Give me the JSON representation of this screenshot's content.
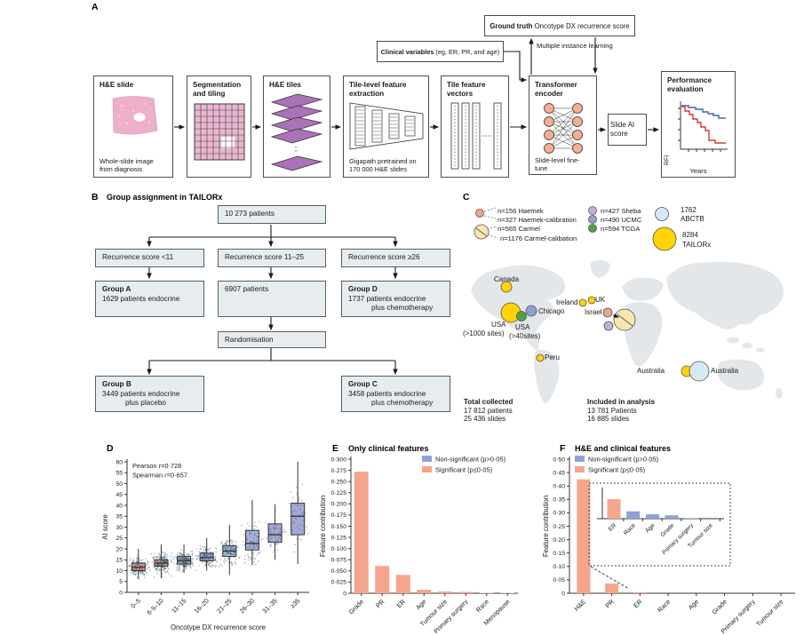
{
  "panelA": {
    "label": "A",
    "ground_truth_bold": "Ground truth",
    "ground_truth_rest": " Oncotype DX recurrence score",
    "clinical_bold": "Clinical variables",
    "clinical_rest": " (eg, ER, PR, and age)",
    "mil": "Multiple instance learning",
    "steps": {
      "hne": {
        "title": "H&E slide",
        "caption": "Whole-slide image from diagnosis"
      },
      "seg": {
        "title": "Segmentation and tiling"
      },
      "tiles": {
        "title": "H&E tiles"
      },
      "extract": {
        "title": "Tile-level feature extraction",
        "caption": "Gigapath pretrained on 170 000 H&E slides"
      },
      "vectors": {
        "title": "Tile feature vectors"
      },
      "transformer": {
        "title": "Transformer encoder",
        "caption": "Slide-level fine-tune"
      },
      "score": {
        "title": "Slide AI score"
      },
      "perf": {
        "title": "Performance evaluation",
        "ylabel": "RFI",
        "xlabel": "Years"
      }
    }
  },
  "panelB": {
    "label": "B",
    "title": "Group assignment in TAILORx",
    "total": "10 273 patients",
    "rs1": "Recurrence score <11",
    "rs2": "Recurrence score 11–25",
    "rs3": "Recurrence score ≥26",
    "groupA": {
      "name": "Group A",
      "l1": "1629 patients endocrine"
    },
    "mid": "6907 patients",
    "groupD": {
      "name": "Group D",
      "l1": "1737 patients endocrine",
      "l2": "plus chemotherapy"
    },
    "rand": "Randomisation",
    "groupB": {
      "name": "Group B",
      "l1": "3449 patients endocrine",
      "l2": "plus placebo"
    },
    "groupC": {
      "name": "Group C",
      "l1": "3458 patients endocrine",
      "l2": "plus chemotherapy"
    }
  },
  "panelC": {
    "label": "C",
    "legend": {
      "haemek": "n=156 Haemek",
      "haemek_cal": "n=327 Haemek-calibration",
      "carmel": "n=565 Carmel",
      "carmel_cal": "n=1176 Carmel-calibation",
      "sheba": "n=427 Sheba",
      "ucmc": "n=490 UCMC",
      "tcga": "n=594 TCGA",
      "abctb_n": "1762",
      "abctb": "ABCTB",
      "tailorx_n": "8284",
      "tailorx": "TAILORx"
    },
    "colors": {
      "haemek": "#f0a18f",
      "carmel": "#f7e7ae",
      "sheba": "#c0b0dc",
      "ucmc": "#8fa0d4",
      "tcga": "#4ea244",
      "abctb": "#d6e9f5",
      "tailorx": "#ffd400"
    },
    "map": {
      "canada": "Canada",
      "usa1": "USA",
      "usa1_sub": "(>1000 sites)",
      "usa2": "USA",
      "usa2_sub": "(>40sites)",
      "chicago": "Chicago",
      "ireland": "Ireland",
      "uk": "UK",
      "israel": "Israel",
      "peru": "Peru",
      "australia1": "Australia",
      "australia2": "Australia"
    },
    "totals": {
      "t1": "Total collected",
      "t2": "17 812 patients",
      "t3": "25 436 slides",
      "a1": "Included in analysis",
      "a2": "13 781 Patients",
      "a3": "16 885 slides"
    }
  },
  "chart_data": [
    {
      "id": "D",
      "type": "box",
      "panel_label": "D",
      "title": "",
      "annotations": [
        "Pearson r=0·728",
        "Spearman r=0·657"
      ],
      "ylabel": "AI score",
      "xlabel": "Oncotype DX recurrence score",
      "ylim": [
        0,
        60
      ],
      "yticks": [
        "0",
        "5",
        "10",
        "15",
        "20",
        "25",
        "30",
        "35",
        "40",
        "45",
        "50",
        "55",
        "60"
      ],
      "categories": [
        "0–5",
        "6·5–10",
        "11–15",
        "16–20",
        "21–25",
        "26–30",
        "31–35",
        "≥35"
      ],
      "boxes": [
        {
          "whislo": 6,
          "q1": 10,
          "med": 11.5,
          "q3": 13.5,
          "whishi": 20,
          "color": "#ee9c90"
        },
        {
          "whislo": 6.5,
          "q1": 12,
          "med": 13.5,
          "q3": 15,
          "whishi": 22,
          "color": "#ee9c90"
        },
        {
          "whislo": 9,
          "q1": 13,
          "med": 14.5,
          "q3": 16.5,
          "whishi": 22,
          "color": "#bdb6d2"
        },
        {
          "whislo": 10,
          "q1": 14.5,
          "med": 16,
          "q3": 18,
          "whishi": 25,
          "color": "#b3b4d6"
        },
        {
          "whislo": 8,
          "q1": 16.5,
          "med": 19,
          "q3": 21.5,
          "whishi": 31,
          "color": "#adbcdb"
        },
        {
          "whislo": 12.5,
          "q1": 19.5,
          "med": 22.5,
          "q3": 28.5,
          "whishi": 42.5,
          "color": "#a9aed8"
        },
        {
          "whislo": 15,
          "q1": 23,
          "med": 26.5,
          "q3": 31.5,
          "whishi": 40.5,
          "color": "#a5a8d4"
        },
        {
          "whislo": 13,
          "q1": 26.5,
          "med": 35,
          "q3": 41,
          "whishi": 60,
          "color": "#a5a8d4"
        }
      ],
      "dot_color": "rgba(47,79,95,0.42)"
    },
    {
      "id": "E",
      "type": "bar",
      "panel_label": "E",
      "title": "Only clinical features",
      "ylabel": "Feature contribution",
      "ylim": [
        0,
        0.3
      ],
      "yticks": [
        "0",
        "0·025",
        "0·050",
        "0·075",
        "0·100",
        "0·125",
        "0·150",
        "0·175",
        "0·200",
        "0·225",
        "0·250",
        "0·275",
        "0·300"
      ],
      "categories": [
        "Grade",
        "PR",
        "ER",
        "Age",
        "Tumour size",
        "Primary surgery",
        "Race",
        "Menopause"
      ],
      "values": [
        0.272,
        0.061,
        0.041,
        0.008,
        0.004,
        0.003,
        0.001,
        0.001
      ],
      "significant": [
        true,
        true,
        true,
        true,
        true,
        true,
        true,
        true
      ],
      "legend": [
        {
          "label": "Non-significant (p>0·05)",
          "color": "#8fa3d3"
        },
        {
          "label": "Significant (p≤0·05)",
          "color": "#f5a58c"
        }
      ]
    },
    {
      "id": "F",
      "type": "bar",
      "panel_label": "F",
      "title": "H&E and clinical features",
      "ylabel": "Feature contribution",
      "ylim": [
        0,
        0.5
      ],
      "yticks": [
        "0",
        "0·05",
        "0·10",
        "0·15",
        "0·20",
        "0·25",
        "0·30",
        "0·35",
        "0·40",
        "0·45",
        "0·50"
      ],
      "categories": [
        "H&E",
        "PR",
        "ER",
        "Race",
        "Age",
        "Grade",
        "Primary surgery",
        "Tumour size"
      ],
      "values": [
        0.425,
        0.036,
        0.004,
        0.001,
        0.001,
        0.001,
        0.0005,
        0.0005
      ],
      "significant": [
        true,
        true,
        true,
        false,
        false,
        false,
        false,
        false
      ],
      "legend": [
        {
          "label": "Non-significant (p>0·05)",
          "color": "#8fa3d3"
        },
        {
          "label": "Significant (p≤0·05)",
          "color": "#f5a58c"
        }
      ],
      "inset": {
        "categories": [
          "ER",
          "Race",
          "Age",
          "Grade",
          "Primary surgery",
          "Tumour size"
        ],
        "values": [
          0.004,
          0.0015,
          0.0009,
          0.0007,
          0.0001,
          5e-05
        ],
        "significant": [
          true,
          false,
          false,
          false,
          false,
          false
        ]
      }
    }
  ]
}
